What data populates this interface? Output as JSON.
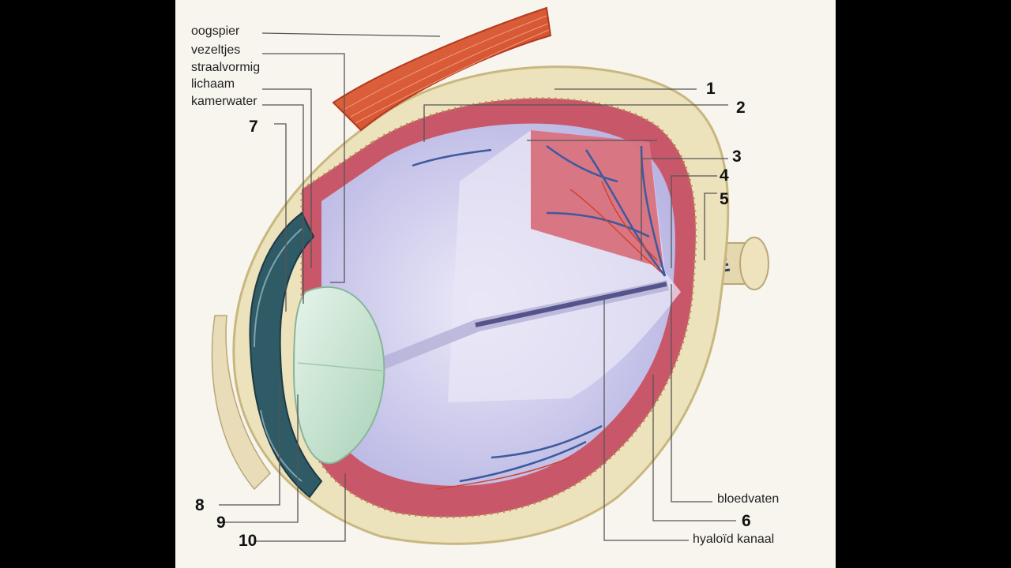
{
  "labels": {
    "oogspier": "oogspier",
    "vezeltjes": "vezeltjes",
    "straalvormig": "straalvormig",
    "lichaam": "lichaam",
    "kamerwater": "kamerwater",
    "bloedvaten": "bloedvaten",
    "hyaloid": "hyaloïd kanaal"
  },
  "numbers": {
    "n1": "1",
    "n2": "2",
    "n3": "3",
    "n4": "4",
    "n5": "5",
    "n6": "6",
    "n7": "7",
    "n8": "8",
    "n9": "9",
    "n10": "10"
  },
  "colors": {
    "background_bars": "#000000",
    "page": "#f7f5ee",
    "sclera": "#ece2bc",
    "muscle": "#d9552f",
    "retina": "#c9576a",
    "vitreous": "#c9c8ec",
    "lens": "#cfe8d6",
    "iris": "#2f5b66",
    "vessel": "#3d5a9e"
  }
}
